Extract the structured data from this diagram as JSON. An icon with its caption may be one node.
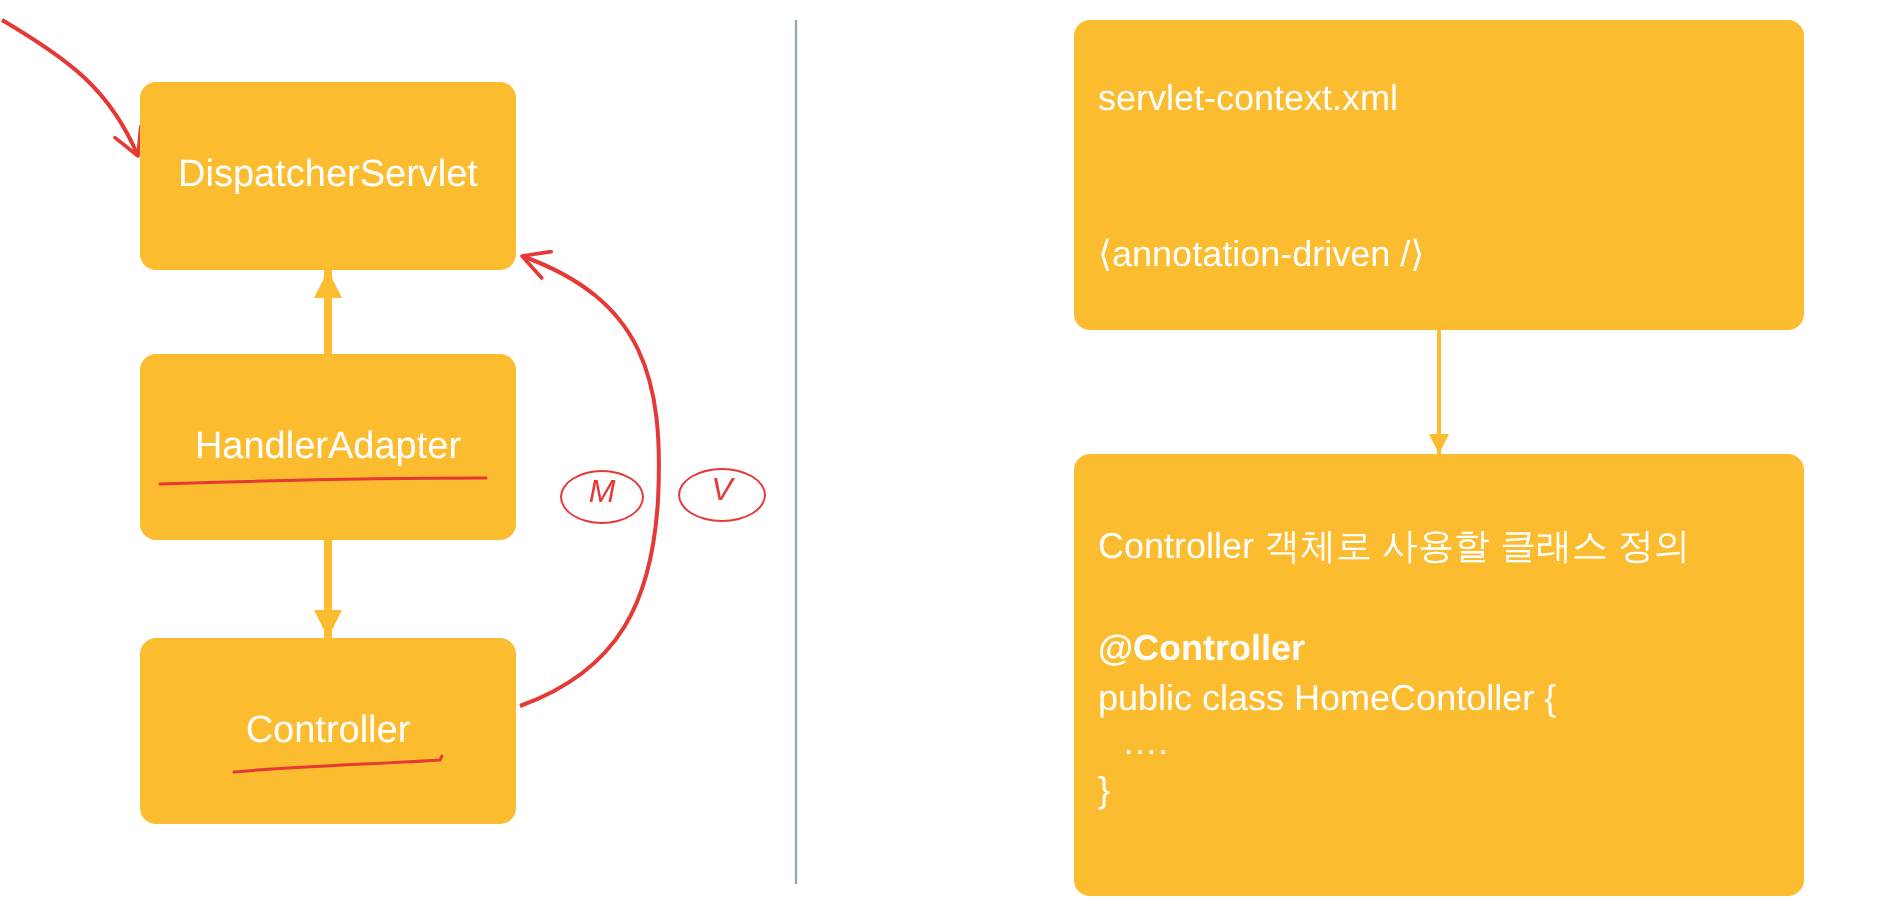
{
  "diagram": {
    "nodes": [
      {
        "text": [
          "DispatcherServlet"
        ]
      },
      {
        "text": [
          "HandlerAdapter"
        ]
      },
      {
        "text": [
          "Controller"
        ]
      },
      {
        "text": [
          "servlet-context.xml",
          "⟨annotation-driven /⟩"
        ]
      },
      {
        "text": [
          "Controller 객체로 사용할 클래스 정의",
          "@Controller",
          "public class HomeContoller {",
          "….",
          "}"
        ]
      }
    ],
    "edges": [
      {
        "from": 1,
        "to": 0,
        "arrow": "to",
        "style": "thick"
      },
      {
        "from": 1,
        "to": 2,
        "arrow": "to",
        "style": "thick"
      },
      {
        "from": 3,
        "to": 4,
        "arrow": "to"
      },
      {
        "from": null,
        "to": 0,
        "arrow": "to",
        "color": "#e53935"
      },
      {
        "from": 2,
        "to": 0,
        "arrow": "to",
        "color": "#e53935"
      }
    ],
    "labels": [
      "M",
      "V"
    ]
  }
}
